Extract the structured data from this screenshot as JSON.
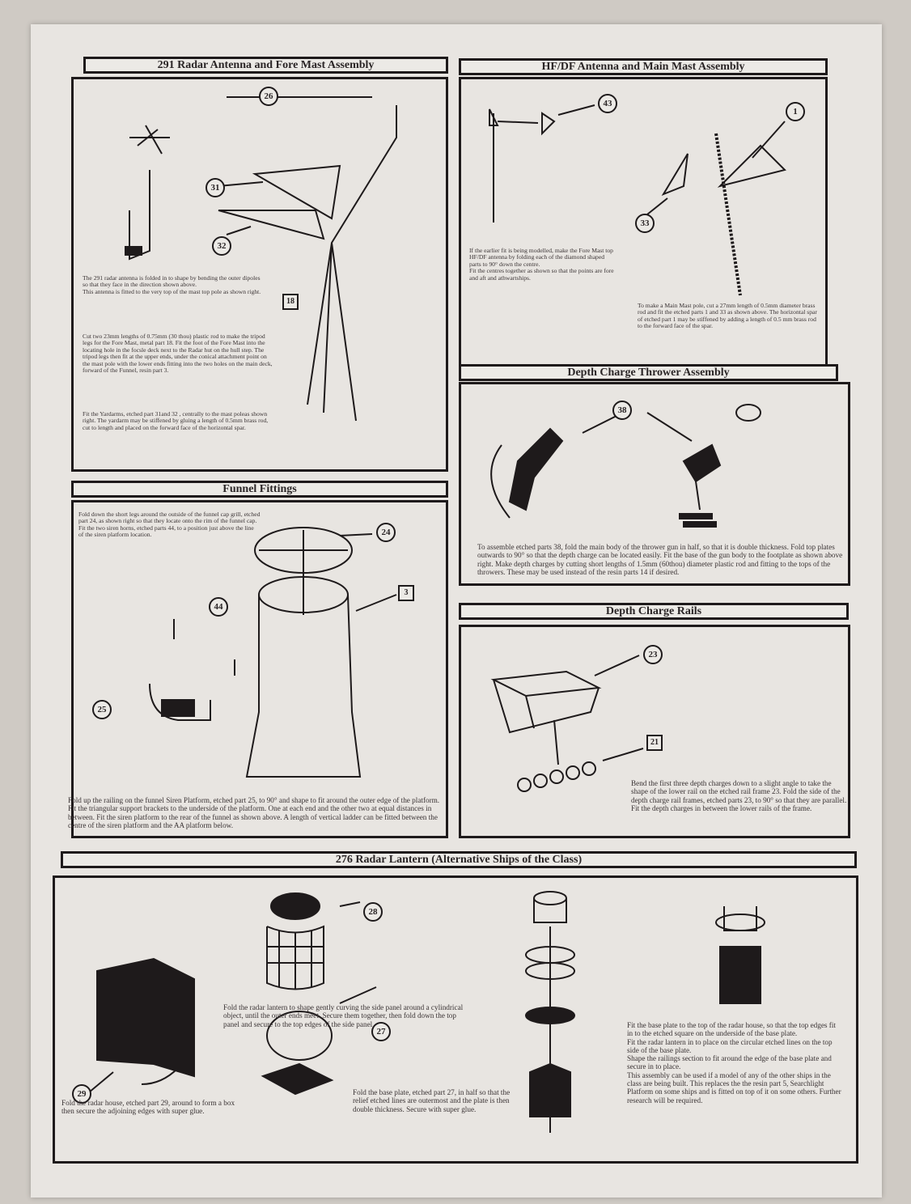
{
  "sections": {
    "radar291": {
      "title": "291 Radar Antenna and Fore Mast Assembly",
      "text1": "The 291 radar antenna is folded in to shape by bending the outer dipoles so that they face in the direction shown above.\nThis antenna is fitted to the very top of the mast top pole as shown right.",
      "text2": "Cut two 23mm lengths of 0.75mm (30 thou) plastic rod to make the tripod legs for the Fore Mast, metal part 18. Fit the foot of the Fore Mast into the locating hole in the focsle deck next to the Radar hut on the hull step. The tripod legs then fit at the upper ends, under the conical attachment point on the mast pole with the lower ends fitting into the two holes on the main deck, forward of the Funnel, resin part 3.",
      "text3": "Fit the Yardarms, etched part 31and 32 , centrally to the mast poleas shown right. The yardarm may be stiffened by gluing a length of 0.5mm brass rod, cut to length and placed on the forward face of the horizontal spar.",
      "parts": [
        "26",
        "31",
        "32",
        "18"
      ]
    },
    "hfdf": {
      "title": "HF/DF Antenna and Main Mast Assembly",
      "text1": "If the earlier fit is being modelled, make the Fore Mast top HF/DF antenna by folding each of the diamond shaped parts to 90° down the centre.\nFit the centres together as shown so that the points are fore and aft and athwartships.",
      "text2": "To make a Main Mast pole, cut a 27mm length of 0.5mm diameter brass rod and fit the etched parts 1 and 33 as shown above. The horizontal spar of etched part 1 may be stiffened by adding a length of 0.5 mm brass rod to the forward face of the spar.",
      "parts": [
        "43",
        "1",
        "33"
      ]
    },
    "thrower": {
      "title": "Depth Charge Thrower Assembly",
      "text": "To assemble etched parts 38, fold the main body of the thrower gun in half, so that it is double thickness. Fold top plates outwards to 90° so that the depth charge can be located easily. Fit the base of the gun body to the footplate as shown above right. Make depth charges by cutting short lengths of 1.5mm (60thou) diameter plastic rod and fitting to the tops of the throwers. These may be used instead of the resin parts 14 if desired.",
      "parts": [
        "38"
      ]
    },
    "funnel": {
      "title": "Funnel Fittings",
      "text1": "Fold down the short legs around the outside of the funnel cap grill, etched part 24, as shown right so that they locate onto the rim of the funnel cap.\nFit the two siren horns, etched parts 44, to a position just above the line of the siren platform location.",
      "text2": "Fold up the railing on the funnel Siren Platform, etched part 25, to 90° and shape to fit around the outer edge of the platform. Fit the triangular support brackets to the underside of the platform. One at each end and the other two at equal distances in between. Fit the siren platform to the rear of the funnel as shown above. A length of vertical ladder can be fitted between the centre of the siren platform and the AA platform below.",
      "parts": [
        "24",
        "3",
        "44",
        "25"
      ]
    },
    "rails": {
      "title": "Depth Charge Rails",
      "text": "Bend the first three depth charges down to a slight angle to take the shape of the lower rail on the etched rail frame 23. Fold the side of the depth charge rail frames, etched parts 23, to 90° so that they are parallel. Fit the depth charges in between the lower rails of the frame.",
      "parts": [
        "23",
        "21"
      ]
    },
    "lantern": {
      "title": "276 Radar Lantern (Alternative Ships of the Class)",
      "text_lantern": "Fold the radar lantern to shape gently curving the side panel around a cylindrical object, until the outer ends meet. Secure them together, then fold down the top panel and secure to the top edges of the side panel.",
      "text_base": "Fold the base plate, etched part 27, in half so that the relief etched lines are outermost and the plate is then double thickness. Secure with super glue.",
      "text_house": "Fold the radar house, etched part 29, around to form a box then secure the adjoining edges with super glue.",
      "text_fit": "Fit the base plate to the top of the radar house, so that the top edges fit in to the etched square on the underside of the base plate.\nFit the radar lantern in to place on the circular etched lines on the top side of the base plate.\nShape the railings section to fit around the edge of the base plate and secure in to place.\nThis assembly can be used if a model of any of the other ships in the class are being built. This replaces the the resin part 5, Searchlight Platform on some ships and is fitted on top of it on some others. Further research will be required.",
      "parts": [
        "28",
        "27",
        "29"
      ]
    }
  }
}
